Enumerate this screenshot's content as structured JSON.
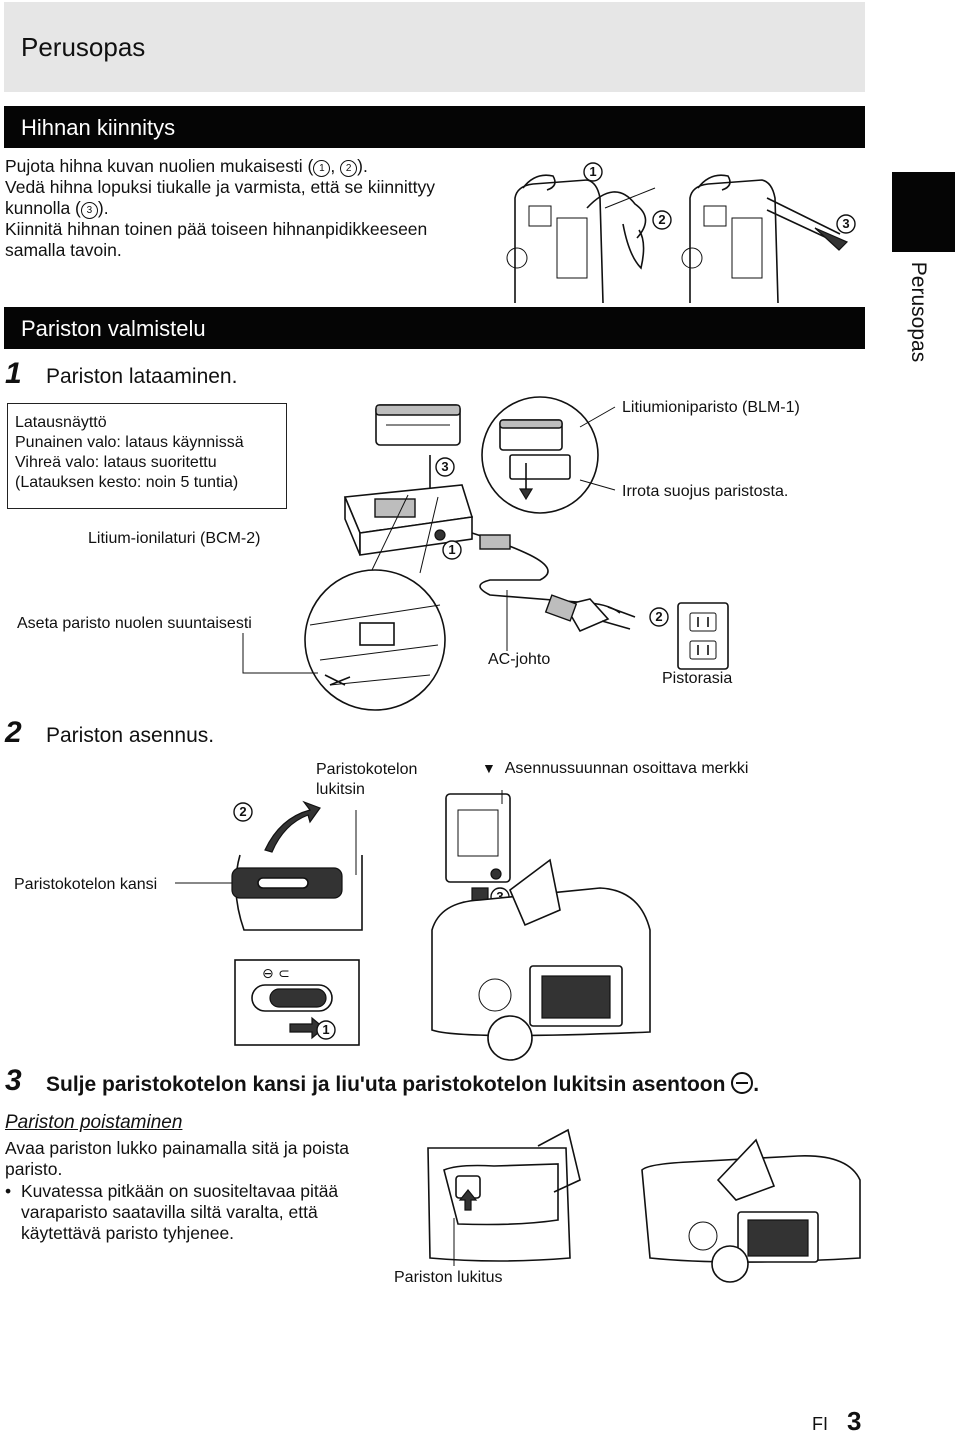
{
  "header": {
    "title": "Perusopas"
  },
  "side_tab": {
    "label": "Perusopas"
  },
  "strap": {
    "heading": "Hihnan kiinnitys",
    "lines": [
      "Pujota hihna kuvan nuolien mukaisesti (",
      "Vedä hihna lopuksi tiukalle ja varmista, että se kiinnittyy",
      "kunnolla (",
      "Kiinnitä hihnan toinen pää toiseen hihnanpidikkeeseen",
      "samalla tavoin."
    ],
    "marks": [
      "1",
      "2",
      "3"
    ]
  },
  "battery": {
    "heading": "Pariston valmistelu",
    "step1": {
      "num": "1",
      "title": "Pariston lataaminen."
    },
    "indicator": {
      "title": "Latausnäyttö",
      "red": "Punainen valo: lataus käynnissä",
      "green": "Vihreä valo: lataus suoritettu",
      "time": "(Latauksen kesto: noin 5 tuntia)"
    },
    "labels": {
      "battery_pack": "Litiumioniparisto (BLM-1)",
      "remove_cover": "Irrota suojus paristosta.",
      "charger": "Litium-ionilaturi (BCM-2)",
      "insert_direction": "Aseta paristo nuolen suuntaisesti",
      "ac_cable": "AC-johto",
      "outlet": "Pistorasia"
    },
    "step2": {
      "num": "2",
      "title": "Pariston asennus."
    },
    "install_labels": {
      "lock": "Paristokotelon\nlukitsin",
      "direction_mark": "Asennussuunnan osoittava merkki",
      "cover": "Paristokotelon kansi"
    },
    "step3": {
      "num": "3",
      "title": "Sulje paristokotelon kansi ja liu'uta paristokotelon lukitsin asentoon"
    },
    "removal": {
      "title": "Pariston poistaminen",
      "text": "Avaa pariston lukko painamalla sitä ja poista paristo.",
      "bullet": "Kuvatessa pitkään on suositeltavaa pitää varaparisto saatavilla siltä varalta, että käytettävä paristo tyhjenee.",
      "lock_label": "Pariston lukitus"
    }
  },
  "footer": {
    "lang": "FI",
    "page": "3"
  }
}
